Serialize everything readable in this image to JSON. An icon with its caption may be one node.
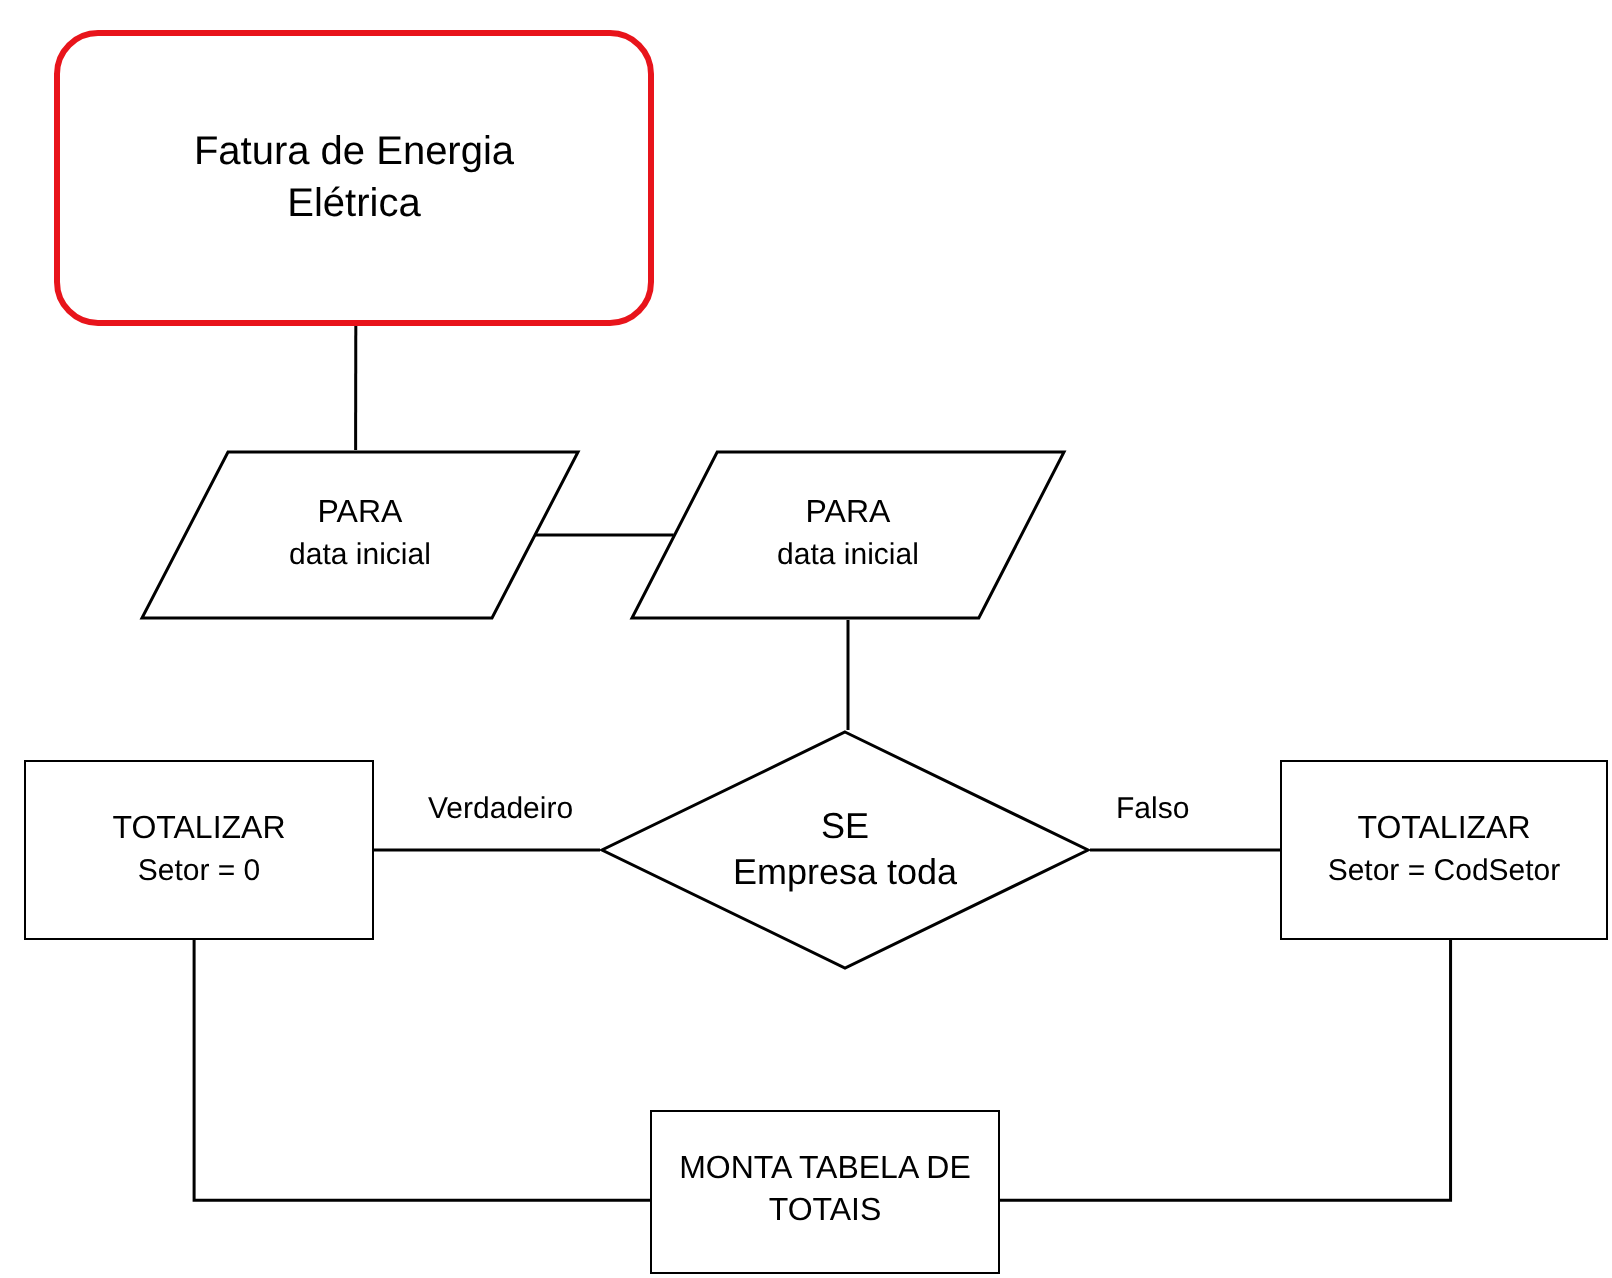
{
  "diagram": {
    "nodes": [
      {
        "text": [
          "Fatura de Energia Elétrica"
        ]
      },
      {
        "text": [
          "PARA",
          "data inicial"
        ]
      },
      {
        "text": [
          "PARA",
          "data inicial"
        ]
      },
      {
        "text": [
          "SE",
          "Empresa toda"
        ]
      },
      {
        "text": [
          "TOTALIZAR",
          "Setor = 0"
        ]
      },
      {
        "text": [
          "TOTALIZAR",
          "Setor = CodSetor"
        ]
      },
      {
        "text": [
          "MONTA TABELA DE TOTAIS"
        ]
      }
    ],
    "edges": [
      {
        "from": 0,
        "to": 1,
        "arrow": "none"
      },
      {
        "from": 1,
        "to": 2,
        "arrow": "none"
      },
      {
        "from": 2,
        "to": 3,
        "arrow": "none"
      },
      {
        "from": 3,
        "to": 4,
        "arrow": "none",
        "label": "Verdadeiro"
      },
      {
        "from": 3,
        "to": 5,
        "arrow": "none",
        "label": "Falso"
      },
      {
        "from": 4,
        "to": 6,
        "arrow": "none"
      },
      {
        "from": 5,
        "to": 6,
        "arrow": "none"
      }
    ]
  }
}
